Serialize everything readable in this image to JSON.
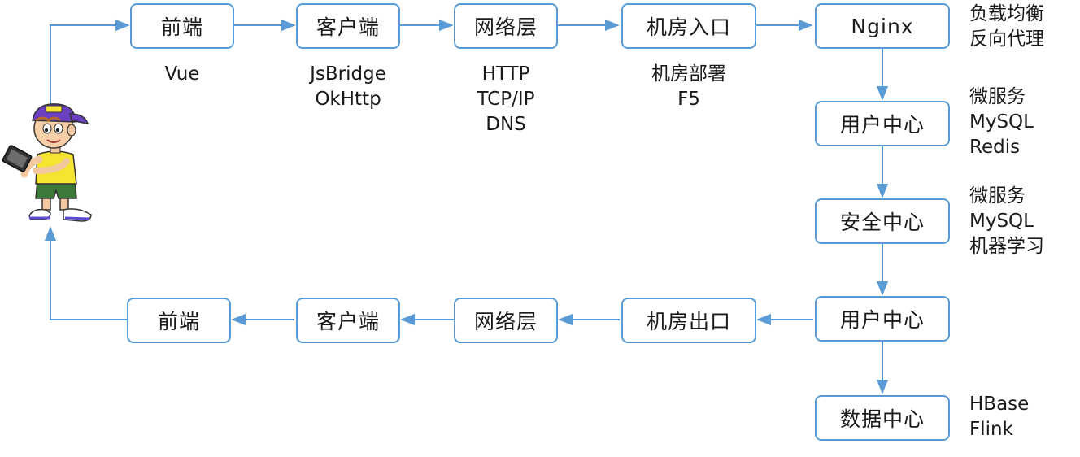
{
  "top_row": [
    {
      "id": "fe-in",
      "label": "前端"
    },
    {
      "id": "client-in",
      "label": "客户端"
    },
    {
      "id": "net-in",
      "label": "网络层"
    },
    {
      "id": "dc-in",
      "label": "机房入口"
    },
    {
      "id": "nginx",
      "label": "Nginx"
    }
  ],
  "column": [
    {
      "id": "user-center",
      "label": "用户中心"
    },
    {
      "id": "security-center",
      "label": "安全中心"
    },
    {
      "id": "user-center-2",
      "label": "用户中心"
    },
    {
      "id": "data-center",
      "label": "数据中心"
    }
  ],
  "bottom_row": [
    {
      "id": "dc-out",
      "label": "机房出口"
    },
    {
      "id": "net-out",
      "label": "网络层"
    },
    {
      "id": "client-out",
      "label": "客户端"
    },
    {
      "id": "fe-out",
      "label": "前端"
    }
  ],
  "tech_notes": {
    "frontend": [
      "Vue"
    ],
    "client": [
      "JsBridge",
      "OkHttp"
    ],
    "network": [
      "HTTP",
      "TCP/IP",
      "DNS"
    ],
    "datacenter": [
      "机房部署",
      "F5"
    ]
  },
  "side_notes": {
    "nginx": [
      "负载均衡",
      "反向代理"
    ],
    "user_center": [
      "微服务",
      "MySQL",
      "Redis"
    ],
    "security_center": [
      "微服务",
      "MySQL",
      "机器学习"
    ],
    "data_center": [
      "HBase",
      "Flink"
    ]
  },
  "colors": {
    "box_border": "#5a9bd5",
    "arrow": "#5a9bd5",
    "text": "#1a1a1a"
  }
}
